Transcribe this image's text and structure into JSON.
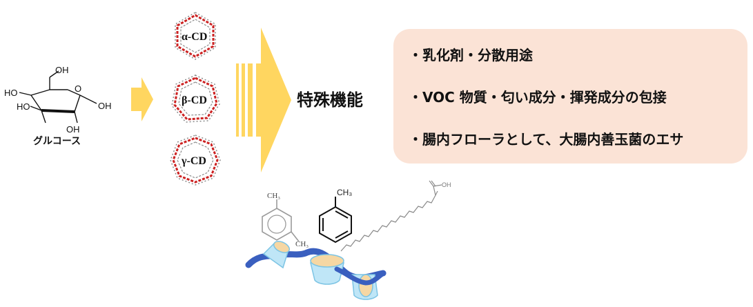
{
  "glucose": {
    "caption": "グルコース",
    "labels": [
      "OH",
      "HO",
      "HO",
      "O",
      "OH",
      "OH"
    ]
  },
  "cyclodextrins": [
    {
      "label": "α-CD"
    },
    {
      "label": "β-CD"
    },
    {
      "label": "γ-CD"
    }
  ],
  "function_title": "特殊機能",
  "uses": [
    "・乳化剤・分散用途",
    "・VOC 物質・匂い成分・揮発成分の包接",
    "・腸内フローラとして、大腸内善玉菌のエサ"
  ],
  "guests": {
    "xylene_ch3_top": "CH₃",
    "xylene_ch3_bottom": "CH₃",
    "toluene_ch3": "CH₃",
    "acid_oh": "OH"
  },
  "colors": {
    "arrow": "#ffd660",
    "panel": "#fbe3d6",
    "cd_red": "#cc2222",
    "cd_grey": "#8a8a8a",
    "chain_blue": "#3a5fbf",
    "cone_blue": "#bfe6f7",
    "cone_fill": "#f6d7a3"
  }
}
